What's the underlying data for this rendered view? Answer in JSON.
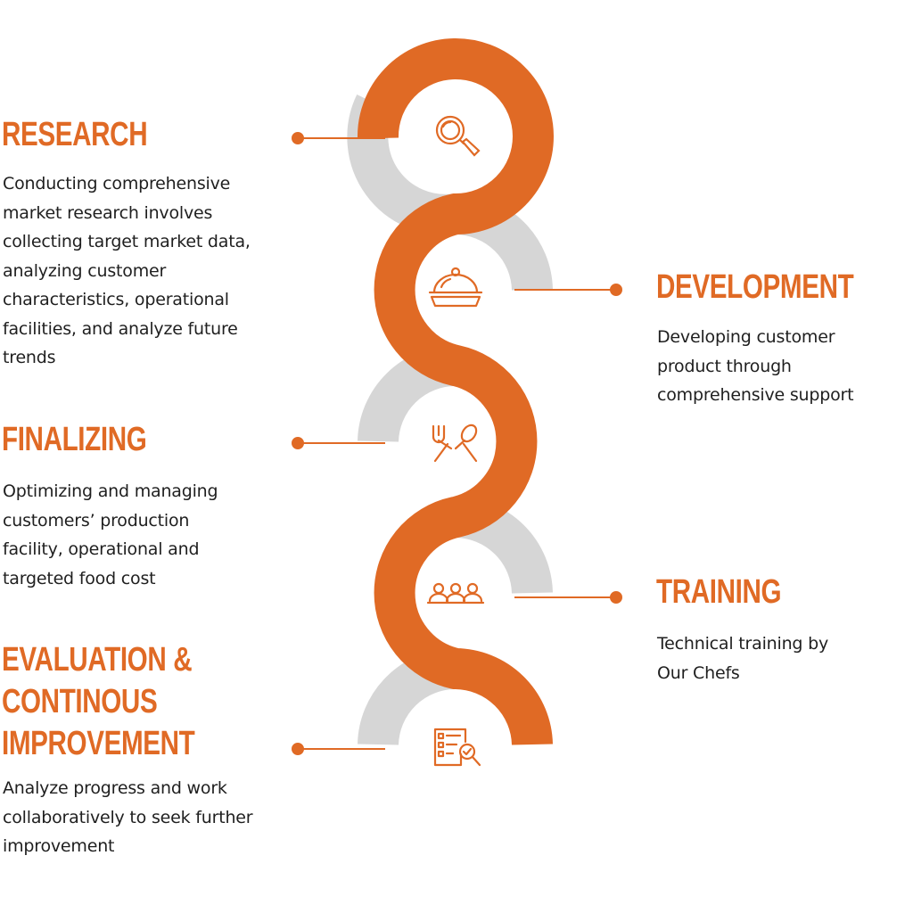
{
  "colors": {
    "accent": "#E06A25",
    "track": "#D6D6D6",
    "text": "#1f1f1f",
    "background": "#ffffff"
  },
  "steps": [
    {
      "id": "research",
      "title": "RESEARCH",
      "description": "Conducting comprehensive\nmarket research involves\ncollecting target market data,\nanalyzing customer\ncharacteristics, operational\nfacilities, and analyze future\ntrends",
      "icon": "magnifying-glass-icon",
      "side": "left"
    },
    {
      "id": "development",
      "title": "DEVELOPMENT",
      "description": "Developing customer\nproduct through\ncomprehensive support",
      "icon": "food-cloche-icon",
      "side": "right"
    },
    {
      "id": "finalizing",
      "title": "FINALIZING",
      "description": "Optimizing and managing\ncustomers’ production\nfacility, operational and\ntargeted food cost",
      "icon": "fork-spoon-icon",
      "side": "left"
    },
    {
      "id": "training",
      "title": "TRAINING",
      "description": "Technical training by\nOur Chefs",
      "icon": "team-icon",
      "side": "right"
    },
    {
      "id": "evaluation",
      "title": "EVALUATION &\nCONTINOUS\nIMPROVEMENT",
      "description": "Analyze progress and work\ncollaboratively to seek further\nimprovement",
      "icon": "checklist-search-icon",
      "side": "left"
    }
  ]
}
